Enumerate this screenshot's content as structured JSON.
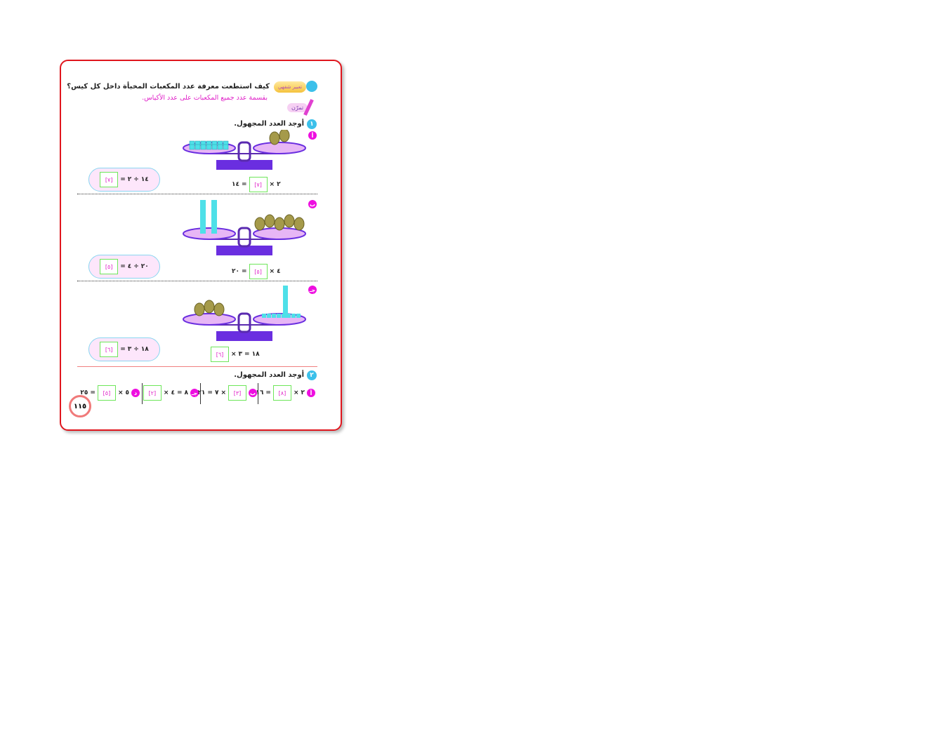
{
  "header": {
    "badge_label": "تعبير شفهي",
    "question": "كيف استطعت معرفة عدد المكعبات المخبأة داخل كل كيس؟",
    "answer": "بقسمة عدد جميع المكعبات على عدد الأكياس.",
    "practice_label": "تمرّن"
  },
  "exercise1": {
    "number": "١",
    "instruction": "أوجد العدد المجهول.",
    "rows": [
      {
        "label": "أ",
        "bags": 2,
        "bags_side": "right",
        "cubes": "pile",
        "eq": [
          "٢",
          "×",
          "[٧]",
          "=",
          "١٤"
        ],
        "cloud": [
          "١٤",
          "÷",
          "٢",
          "=",
          "[٧]"
        ]
      },
      {
        "label": "ب",
        "bags": 5,
        "bags_side": "right",
        "cubes": "stacks",
        "eq": [
          "٤",
          "×",
          "[٥]",
          "=",
          "٢٠"
        ],
        "cloud": [
          "٢٠",
          "÷",
          "٤",
          "=",
          "[٥]"
        ]
      },
      {
        "label": "جـ",
        "bags": 3,
        "bags_side": "left",
        "cubes": "stack-pile",
        "eq": [
          "١٨",
          "=",
          "٣",
          "×",
          "[٦]"
        ],
        "cloud": [
          "١٨",
          "÷",
          "٣",
          "=",
          "[٦]"
        ]
      }
    ]
  },
  "exercise2": {
    "number": "٢",
    "instruction": "أوجد العدد المجهول.",
    "items": [
      {
        "label": "أ",
        "eq": [
          "٢",
          "×",
          "[٨]",
          "=",
          "١٦"
        ]
      },
      {
        "label": "ب",
        "eq": [
          "[٣]",
          "×",
          "٧",
          "=",
          "٢١"
        ]
      },
      {
        "label": "جـ",
        "eq": [
          "٨",
          "=",
          "٤",
          "×",
          "[٢]"
        ]
      },
      {
        "label": "د",
        "eq": [
          "٥",
          "×",
          "[٥]",
          "=",
          "٢٥"
        ]
      }
    ]
  },
  "page_number": "١١٥",
  "colors": {
    "border": "#e0161e",
    "answer": "#e020c8",
    "box": "#6ee65a",
    "scale": "#6a2ee0"
  }
}
